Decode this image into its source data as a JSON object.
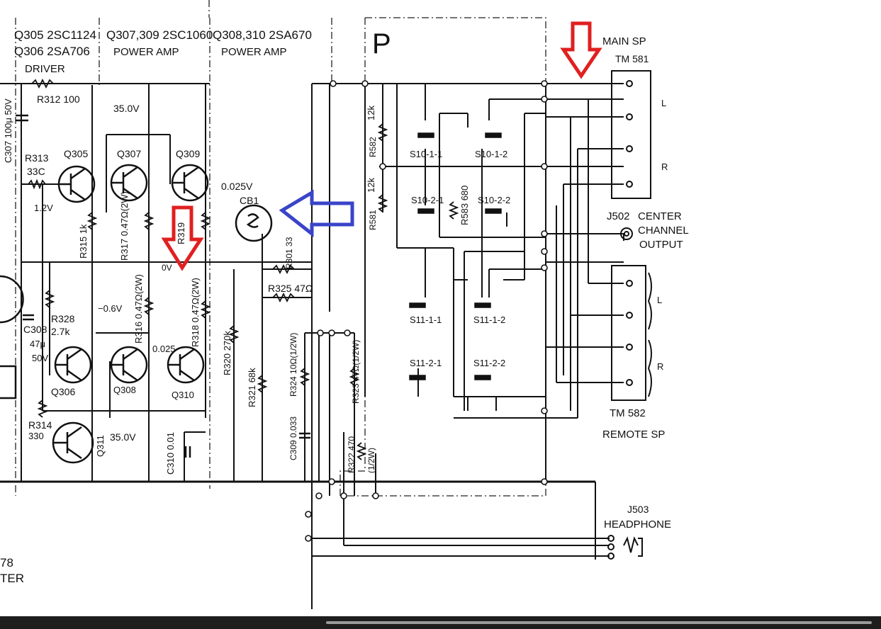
{
  "labels": {
    "q305": "Q305 2SC1124",
    "q306": "Q306 2SA706",
    "driver": "DRIVER",
    "q307_309": "Q307,309 2SC1060",
    "q308_310": "Q308,310 2SA670",
    "power_amp": "POWER AMP",
    "section_p": "P",
    "main_sp": "MAIN SP",
    "tm581": "TM 581",
    "r312": "R312 100",
    "v35a": "35.0V",
    "c307": "C307 100μ 50V",
    "r313": "R313",
    "r313_val": "33C",
    "v1_2": "1.2V",
    "q305_tag": "Q305",
    "q307_tag": "Q307",
    "q309_tag": "Q309",
    "r315": "R315 1k",
    "r317": "R317 0.47Ω(2W)",
    "r319": "R319",
    "v0_025a": "0.025V",
    "cb1": "CB1",
    "r301": "R301 33",
    "r325": "R325 47Ω",
    "r328": "R328",
    "r328_val": "2.7k",
    "v_neg0_6": "−0.6V",
    "c308": "C308",
    "c308_val": "47μ",
    "v50": "50V",
    "r316": "R316 0.47Ω(2W)",
    "r318": "R318 0.47Ω(2W)",
    "r320": "R320 270k",
    "v0_025b": "0.025",
    "v0": "0V",
    "q306_tag": "Q306",
    "q308_tag": "Q308",
    "q310_tag": "Q310",
    "r314": "R314",
    "r314_val": "330",
    "q311_tag": "Q311",
    "v35b": "35.0V",
    "r321": "R321 68k",
    "c310": "C310 0.01",
    "r324": "R324 10Ω(1/2W)",
    "c309": "C309 0.033",
    "r323": "R323 47Ω(1/2W)",
    "r322": "R322 470",
    "r322_w": "(1/2W)",
    "r582": "R582",
    "r582_val": "12k",
    "r581": "R581",
    "r581_val": "12k",
    "s10_1_1": "S10-1-1",
    "s10_1_2": "S10-1-2",
    "s10_2_1": "S10-2-1",
    "s10_2_2": "S10-2-2",
    "r583": "R583 680",
    "s11_1_1": "S11-1-1",
    "s11_1_2": "S11-1-2",
    "s11_2_1": "S11-2-1",
    "s11_2_2": "S11-2-2",
    "j502": "J502",
    "center": "CENTER",
    "channel": "CHANNEL",
    "output": "OUTPUT",
    "l_main": "L",
    "r_main": "R",
    "l_remote": "L",
    "r_remote": "R",
    "tm582": "TM 582",
    "remote_sp": "REMOTE SP",
    "j503": "J503",
    "headphone": "HEADPHONE",
    "partial_78": "78",
    "partial_ter": "TER"
  },
  "colors": {
    "ink": "#111111",
    "red_arrow": "#e02020",
    "blue_arrow": "#3a44c8",
    "background": "#ffffff"
  }
}
